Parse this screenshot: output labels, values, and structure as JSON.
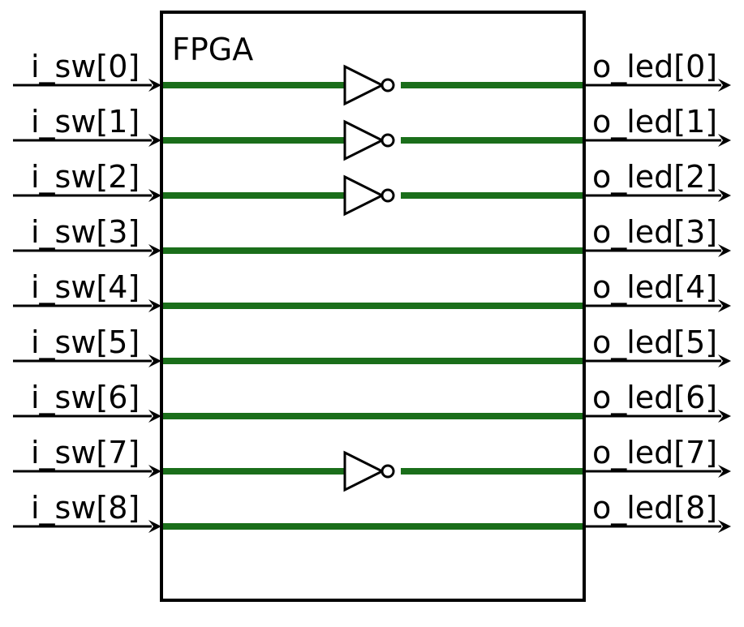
{
  "block": {
    "title": "FPGA"
  },
  "colors": {
    "wire": "#1a6e1a",
    "outline": "#000000",
    "background": "#ffffff"
  },
  "inputs": [
    "i_sw[0]",
    "i_sw[1]",
    "i_sw[2]",
    "i_sw[3]",
    "i_sw[4]",
    "i_sw[5]",
    "i_sw[6]",
    "i_sw[7]",
    "i_sw[8]"
  ],
  "outputs": [
    "o_led[0]",
    "o_led[1]",
    "o_led[2]",
    "o_led[3]",
    "o_led[4]",
    "o_led[5]",
    "o_led[6]",
    "o_led[7]",
    "o_led[8]"
  ],
  "inverted": [
    true,
    true,
    true,
    false,
    false,
    false,
    false,
    true,
    false
  ]
}
